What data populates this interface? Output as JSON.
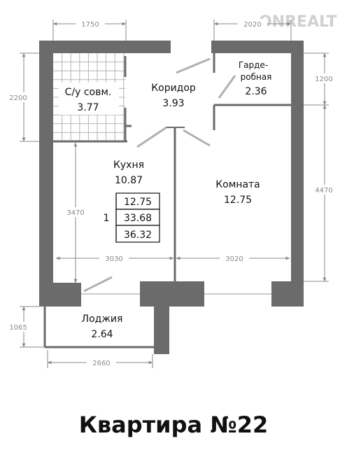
{
  "watermark": "ONREALT",
  "title": "Квартира №22",
  "rooms": {
    "bathroom": {
      "name": "С/у совм.",
      "area": "3.77"
    },
    "corridor": {
      "name": "Коридор",
      "area": "3.93"
    },
    "wardrobe": {
      "name1": "Гарде-",
      "name2": "робная",
      "area": "2.36"
    },
    "kitchen": {
      "name": "Кухня",
      "area": "10.87"
    },
    "room": {
      "name": "Комната",
      "area": "12.75"
    },
    "loggia": {
      "name": "Лоджия",
      "area": "2.64"
    }
  },
  "summary": {
    "rooms_count": "1",
    "living_area": "12.75",
    "total_area": "33.68",
    "total_with_loggia": "36.32"
  },
  "dimensions": {
    "top_left": "1750",
    "top_right": "2020",
    "left_top": "2200",
    "left_bottom": "3470",
    "right_top": "1200",
    "right_bottom": "4470",
    "bottom_left": "3030",
    "bottom_right": "3020",
    "loggia_height": "1065",
    "loggia_width": "2660"
  },
  "colors": {
    "wall": "#6b6b6b",
    "dimension": "#8a8a8a",
    "tile": "#b5b5b5"
  }
}
